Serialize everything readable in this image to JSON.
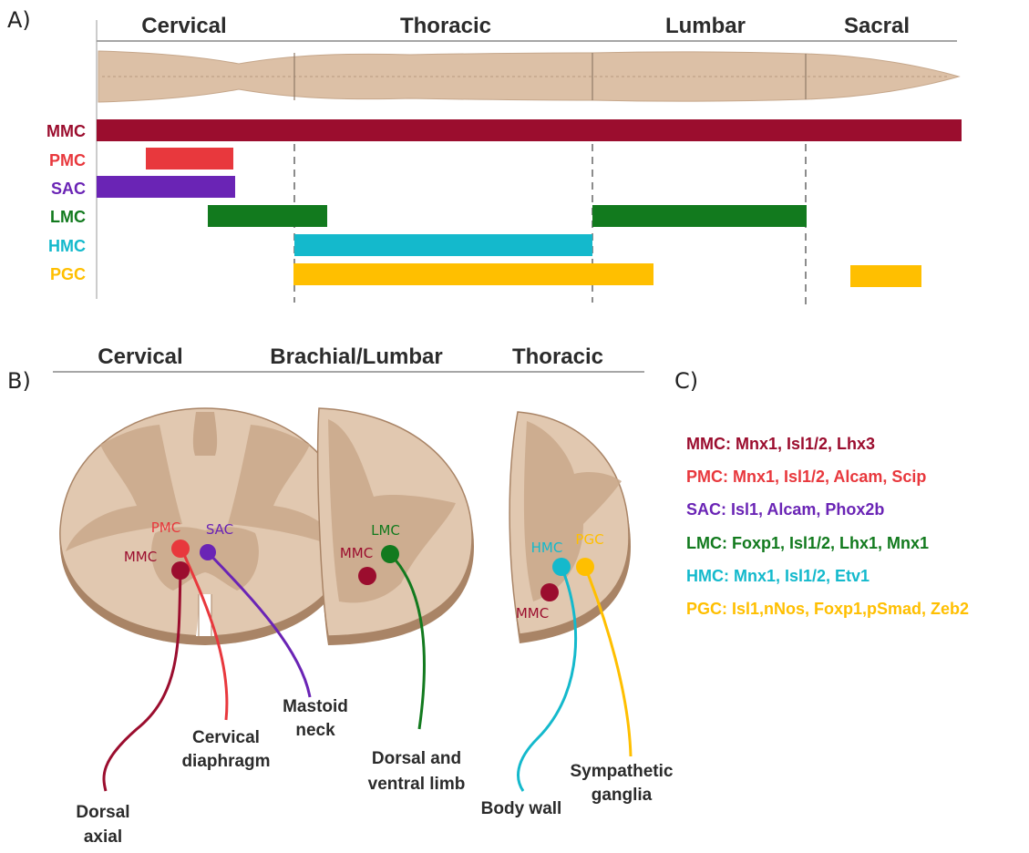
{
  "panel_a": {
    "letter": "A)",
    "regions": [
      "Cervical",
      "Thoracic",
      "Lumbar",
      "Sacral"
    ],
    "columns": [
      {
        "label": "MMC",
        "color": "#9b0d2e"
      },
      {
        "label": "PMC",
        "color": "#e8383d"
      },
      {
        "label": "SAC",
        "color": "#6a24b5"
      },
      {
        "label": "LMC",
        "color": "#127a1e"
      },
      {
        "label": "HMC",
        "color": "#14b9cc"
      },
      {
        "label": "PGC",
        "color": "#ffbf00"
      }
    ]
  },
  "panel_b": {
    "letter": "B)",
    "headers": [
      "Cervical",
      "Brachial/Lumbar",
      "Thoracic"
    ],
    "dot_labels": {
      "cervical_pmc": "PMC",
      "cervical_sac": "SAC",
      "cervical_mmc": "MMC",
      "brachial_lmc": "LMC",
      "brachial_mmc": "MMC",
      "thoracic_hmc": "HMC",
      "thoracic_pgc": "PGC",
      "thoracic_mmc": "MMC"
    },
    "targets": {
      "dorsal_axial": [
        "Dorsal",
        "axial"
      ],
      "cervical_diaphragm": [
        "Cervical",
        "diaphragm"
      ],
      "mastoid_neck": [
        "Mastoid",
        "neck"
      ],
      "limb": [
        "Dorsal and",
        "ventral limb"
      ],
      "body_wall": [
        "Body wall"
      ],
      "sympathetic": [
        "Sympathetic",
        "ganglia"
      ]
    }
  },
  "panel_c": {
    "letter": "C)",
    "markers": [
      {
        "text": "MMC: Mnx1, Isl1/2, Lhx3",
        "color": "#9b0d2e"
      },
      {
        "text": "PMC: Mnx1, Isl1/2, Alcam, Scip",
        "color": "#e8383d"
      },
      {
        "text": "SAC: Isl1, Alcam, Phox2b",
        "color": "#6a24b5"
      },
      {
        "text": "LMC: Foxp1, Isl1/2, Lhx1, Mnx1",
        "color": "#127a1e"
      },
      {
        "text": "HMC: Mnx1, Isl1/2, Etv1",
        "color": "#14b9cc"
      },
      {
        "text": "PGC: Isl1,nNos, Foxp1,pSmad, Zeb2",
        "color": "#ffbf00"
      }
    ]
  }
}
